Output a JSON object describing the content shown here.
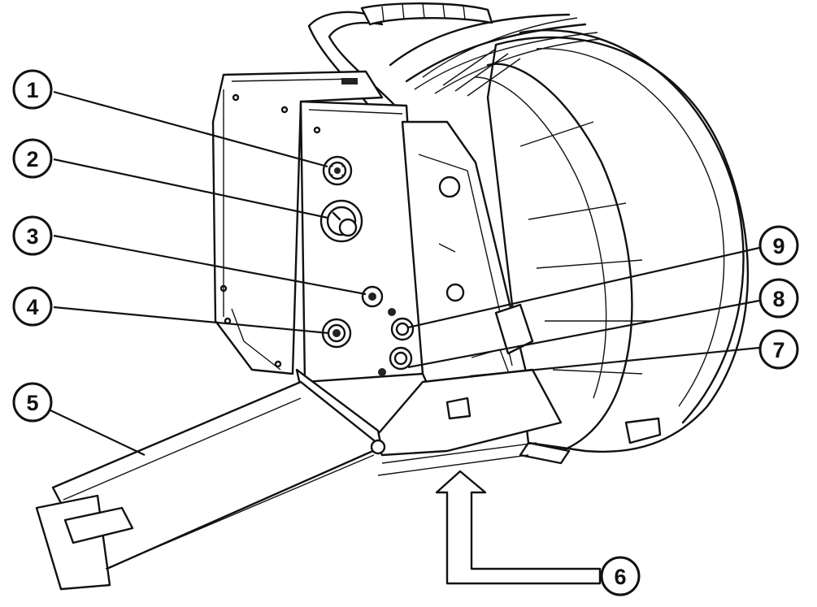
{
  "callouts": [
    {
      "label": "1"
    },
    {
      "label": "2"
    },
    {
      "label": "3"
    },
    {
      "label": "4"
    },
    {
      "label": "5"
    },
    {
      "label": "6"
    },
    {
      "label": "7"
    },
    {
      "label": "8"
    },
    {
      "label": "9"
    }
  ],
  "colors": {
    "ink": "#111111",
    "paper": "#ffffff"
  }
}
